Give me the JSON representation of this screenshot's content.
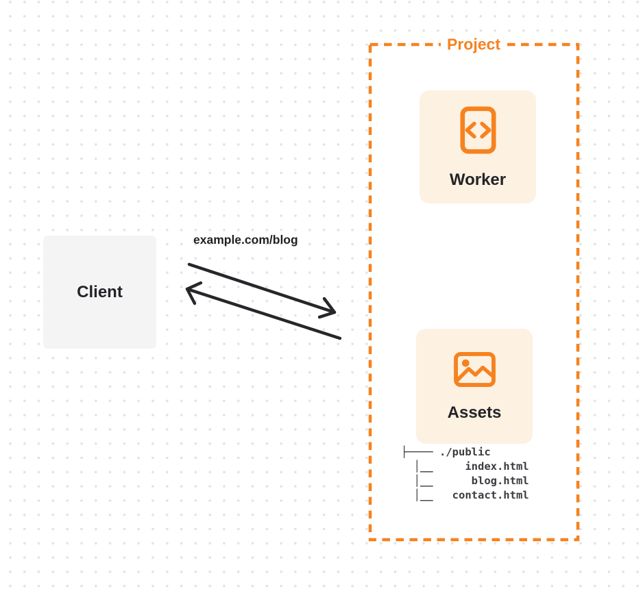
{
  "colors": {
    "accent_orange": "#f6821f",
    "card_cream": "#fdf1e2",
    "client_gray": "#f4f4f5",
    "ink": "#232428",
    "tree_text": "#3b3b40",
    "dot_grid": "#e3e3e6"
  },
  "client": {
    "label": "Client"
  },
  "request": {
    "url_label": "example.com/blog"
  },
  "project": {
    "title": "Project",
    "worker": {
      "label": "Worker",
      "icon": "code-file-icon"
    },
    "assets": {
      "label": "Assets",
      "icon": "image-icon",
      "file_tree": [
        "├──── ./public",
        "  │__     index.html",
        "  │__      blog.html",
        "  │__   contact.html"
      ]
    }
  }
}
